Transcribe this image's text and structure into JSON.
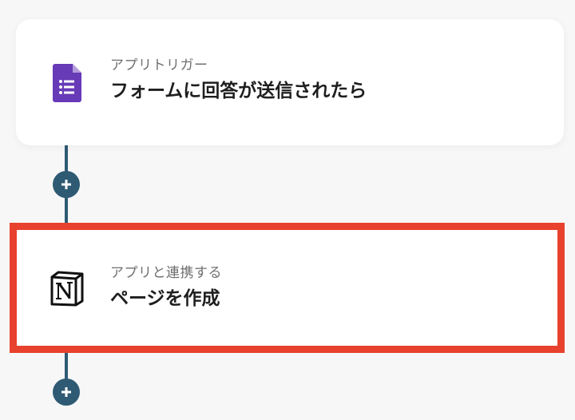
{
  "flow": {
    "trigger": {
      "subtitle": "アプリトリガー",
      "title": "フォームに回答が送信されたら",
      "icon": "google-forms-icon",
      "accent": "#673ab7"
    },
    "action": {
      "subtitle": "アプリと連携する",
      "title": "ページを作成",
      "icon": "notion-icon",
      "highlight": "#e8412d"
    },
    "connector_color": "#2e5a73",
    "add_step_icon": "plus-icon"
  }
}
